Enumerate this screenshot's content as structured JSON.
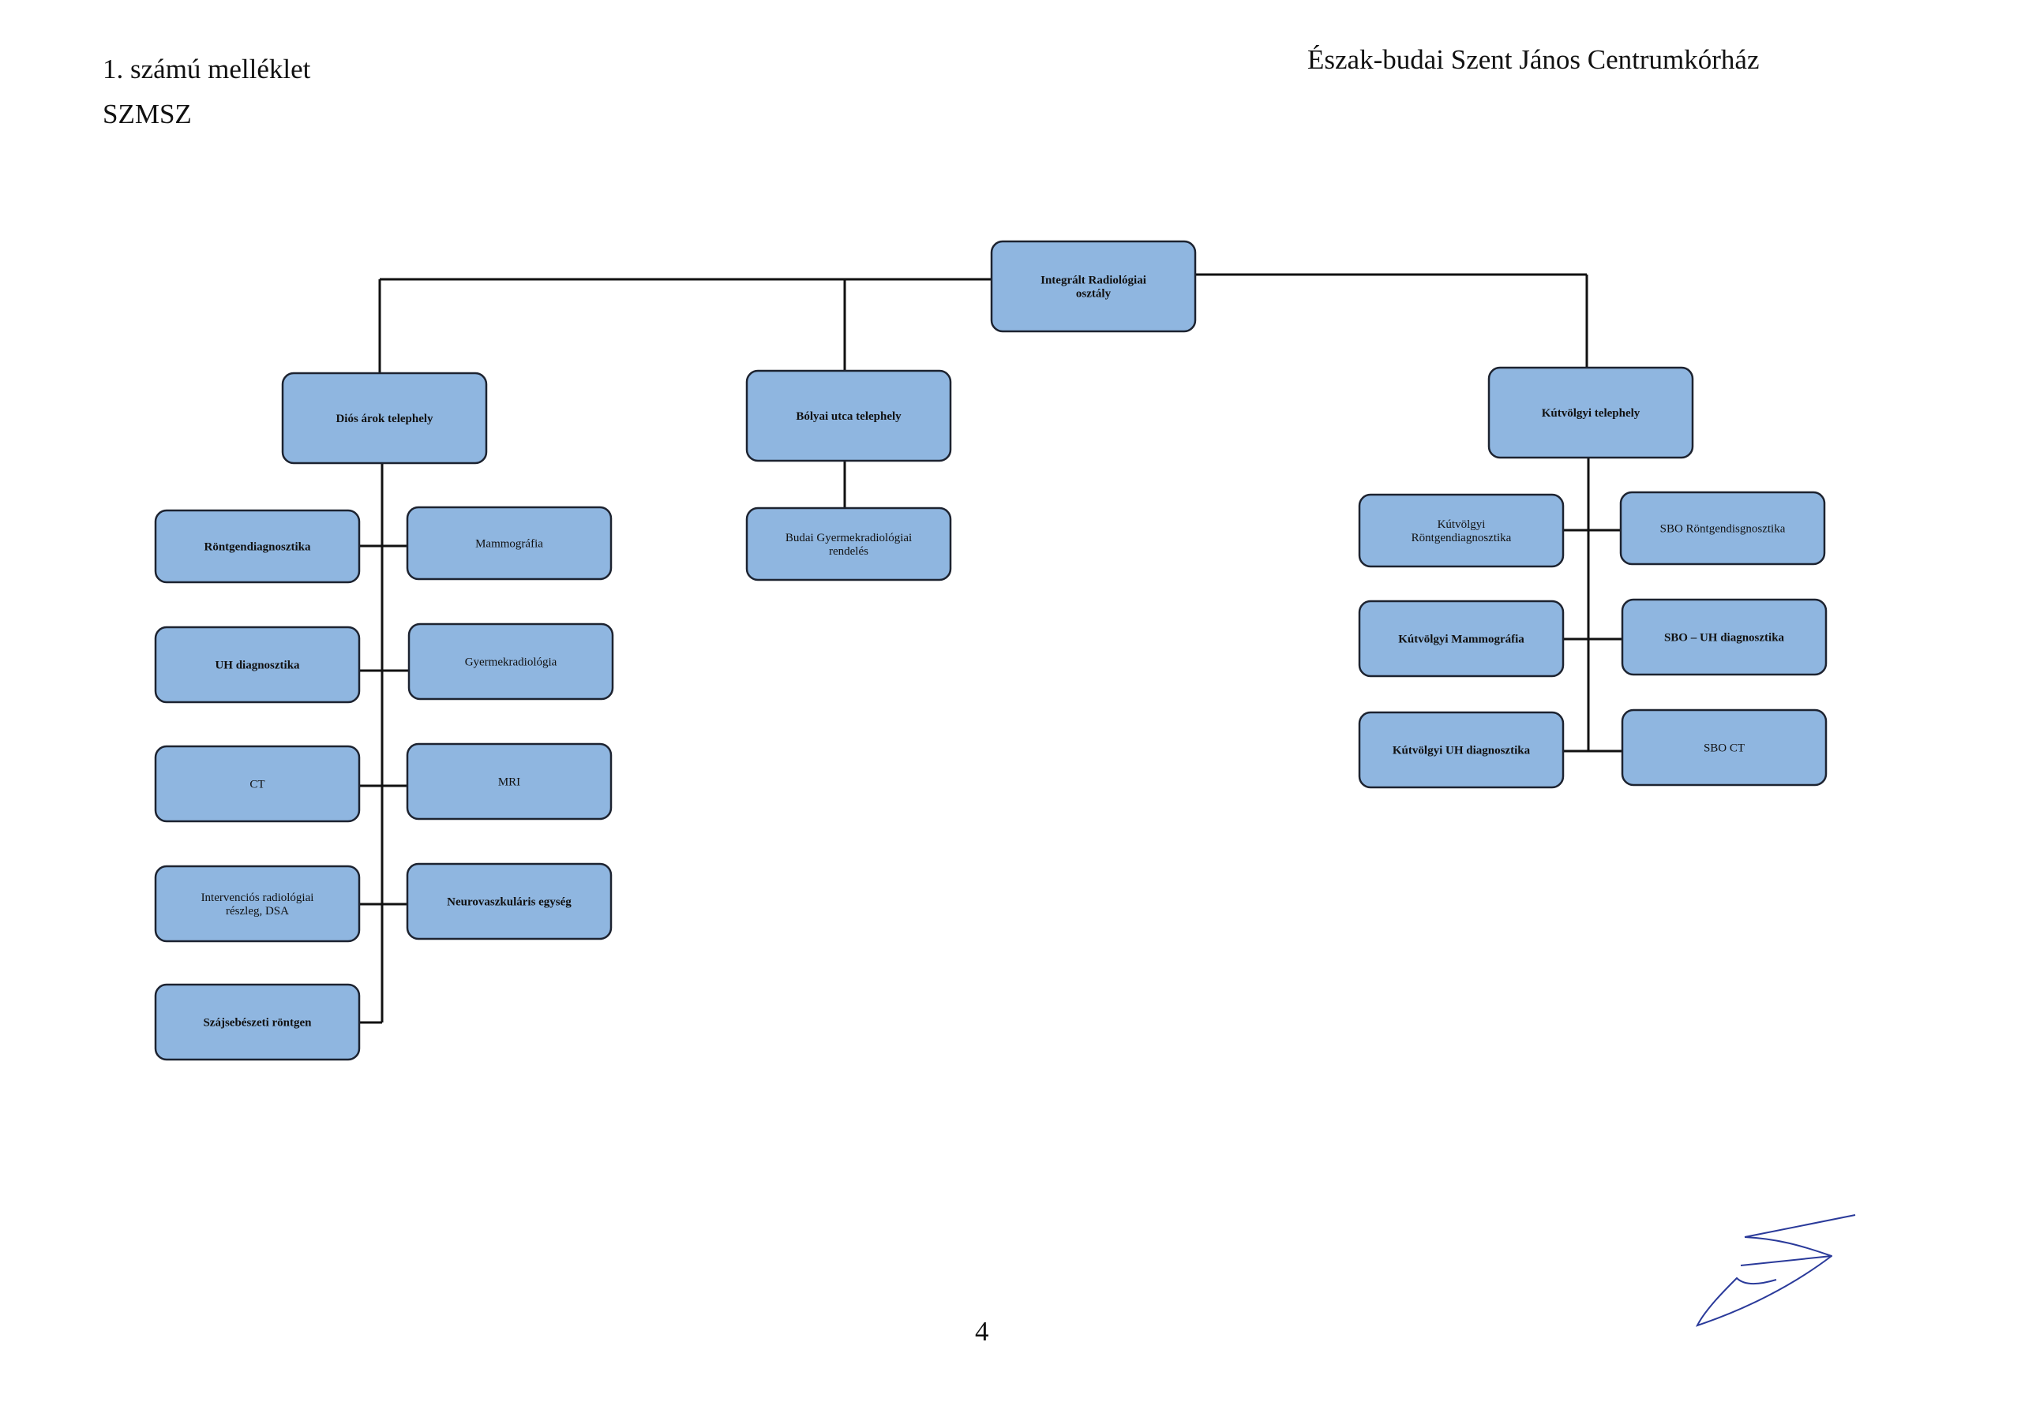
{
  "header": {
    "annex": "1. számú melléklet",
    "doc_code": "SZMSZ",
    "organization": "Észak-budai Szent János Centrumkórház"
  },
  "page_number": "4",
  "org_chart": {
    "root": {
      "id": "root",
      "lines": [
        "Integrált Radiológiai",
        "osztály"
      ],
      "bold": true
    },
    "sites": [
      {
        "id": "dios",
        "lines": [
          "Diós árok telephely"
        ],
        "bold": true,
        "units": [
          {
            "id": "dios-u1",
            "lines": [
              "Röntgendiagnosztika"
            ],
            "bold": true
          },
          {
            "id": "dios-u2",
            "lines": [
              "Mammográfia"
            ],
            "bold": false
          },
          {
            "id": "dios-u3",
            "lines": [
              "UH diagnosztika"
            ],
            "bold": true
          },
          {
            "id": "dios-u4",
            "lines": [
              "Gyermekradiológia"
            ],
            "bold": false
          },
          {
            "id": "dios-u5",
            "lines": [
              "CT"
            ],
            "bold": false
          },
          {
            "id": "dios-u6",
            "lines": [
              "MRI"
            ],
            "bold": false
          },
          {
            "id": "dios-u7",
            "lines": [
              "Intervenciós radiológiai",
              "részleg, DSA"
            ],
            "bold": false
          },
          {
            "id": "dios-u8",
            "lines": [
              "Neurovaszkuláris egység"
            ],
            "bold": true
          },
          {
            "id": "dios-u9",
            "lines": [
              "Szájsebészeti röntgen"
            ],
            "bold": true
          }
        ]
      },
      {
        "id": "bolyai",
        "lines": [
          "Bólyai utca telephely"
        ],
        "bold": true,
        "units": [
          {
            "id": "bolyai-u1",
            "lines": [
              "Budai Gyermekradiológiai",
              "rendelés"
            ],
            "bold": false
          }
        ]
      },
      {
        "id": "kutvolgyi",
        "lines": [
          "Kútvölgyi telephely"
        ],
        "bold": true,
        "units": [
          {
            "id": "kut-u1",
            "lines": [
              "Kútvölgyi",
              "Röntgendiagnosztika"
            ],
            "bold": false
          },
          {
            "id": "kut-u2",
            "lines": [
              "SBO Röntgendisgnosztika"
            ],
            "bold": false
          },
          {
            "id": "kut-u3",
            "lines": [
              "Kútvölgyi Mammográfia"
            ],
            "bold": true
          },
          {
            "id": "kut-u4",
            "lines": [
              "SBO – UH diagnosztika"
            ],
            "bold": true
          },
          {
            "id": "kut-u5",
            "lines": [
              "Kútvölgyi UH diagnosztika"
            ],
            "bold": true
          },
          {
            "id": "kut-u6",
            "lines": [
              "SBO CT"
            ],
            "bold": false
          }
        ]
      }
    ]
  },
  "colors": {
    "box_fill": "#8fb6e0",
    "box_stroke": "#1d2330",
    "line": "#111111"
  },
  "signature": {
    "kind": "handwritten",
    "icon": "signature-scribble"
  }
}
